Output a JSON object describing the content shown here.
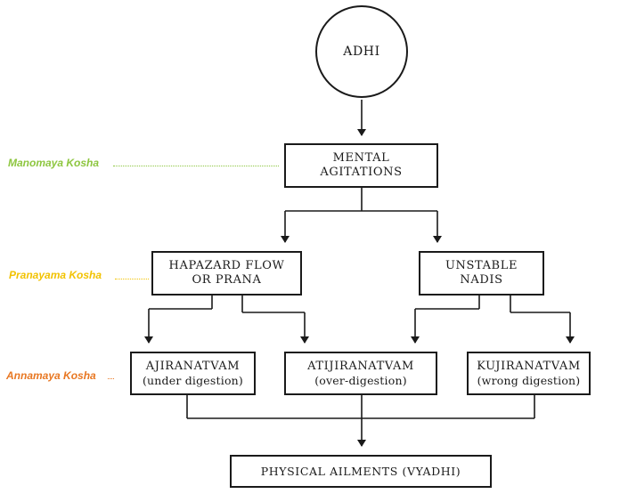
{
  "diagram": {
    "nodes": {
      "adhi": {
        "label": "ADHI"
      },
      "mental": {
        "line1": "MENTAL",
        "line2": "AGITATIONS"
      },
      "hapazard": {
        "line1": "HAPAZARD FLOW",
        "line2": "OR PRANA"
      },
      "unstable": {
        "line1": "UNSTABLE",
        "line2": "NADIS"
      },
      "ajira": {
        "line1": "AJIRANATVAM",
        "line2": "(under digestion)"
      },
      "atiji": {
        "line1": "ATIJIRANATVAM",
        "line2": "(over-digestion)"
      },
      "kujira": {
        "line1": "KUJIRANATVAM",
        "line2": "(wrong digestion)"
      },
      "physical": {
        "label": "PHYSICAL AILMENTS (VYADHI)"
      }
    },
    "koshas": [
      {
        "label": "Manomaya Kosha",
        "color": "#8dc63f"
      },
      {
        "label": "Pranayama Kosha",
        "color": "#f2c200"
      },
      {
        "label": "Annamaya Kosha",
        "color": "#e87722"
      }
    ],
    "line_color": "#1a1a1a"
  }
}
